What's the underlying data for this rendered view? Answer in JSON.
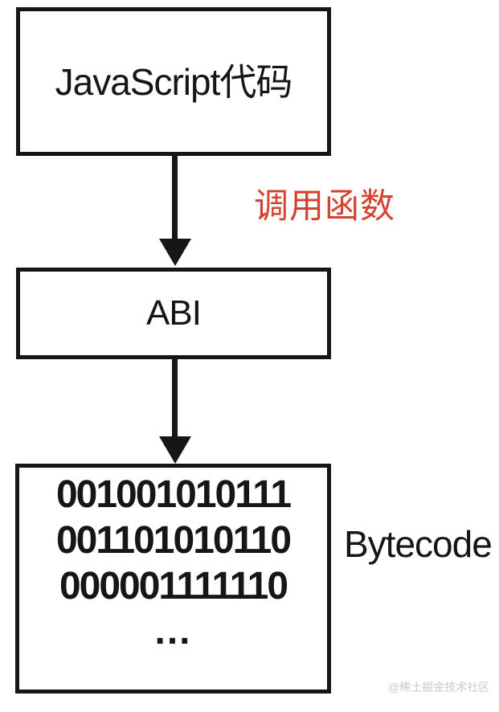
{
  "nodes": {
    "js": {
      "label": "JavaScript代码"
    },
    "abi": {
      "label": "ABI"
    },
    "bytecode": {
      "lines": [
        "001001010111",
        "001101010110",
        "000001111110",
        "..."
      ],
      "side_label": "Bytecode"
    }
  },
  "edges": {
    "js_to_abi": {
      "label": "调用函数"
    },
    "abi_to_bytecode": {
      "label": ""
    }
  },
  "watermark": "@稀土掘金技术社区",
  "colors": {
    "background": "#ffffff",
    "stroke": "#161616",
    "text": "#161616",
    "edge_label": "#d5432e",
    "watermark": "#c9c9c9"
  }
}
